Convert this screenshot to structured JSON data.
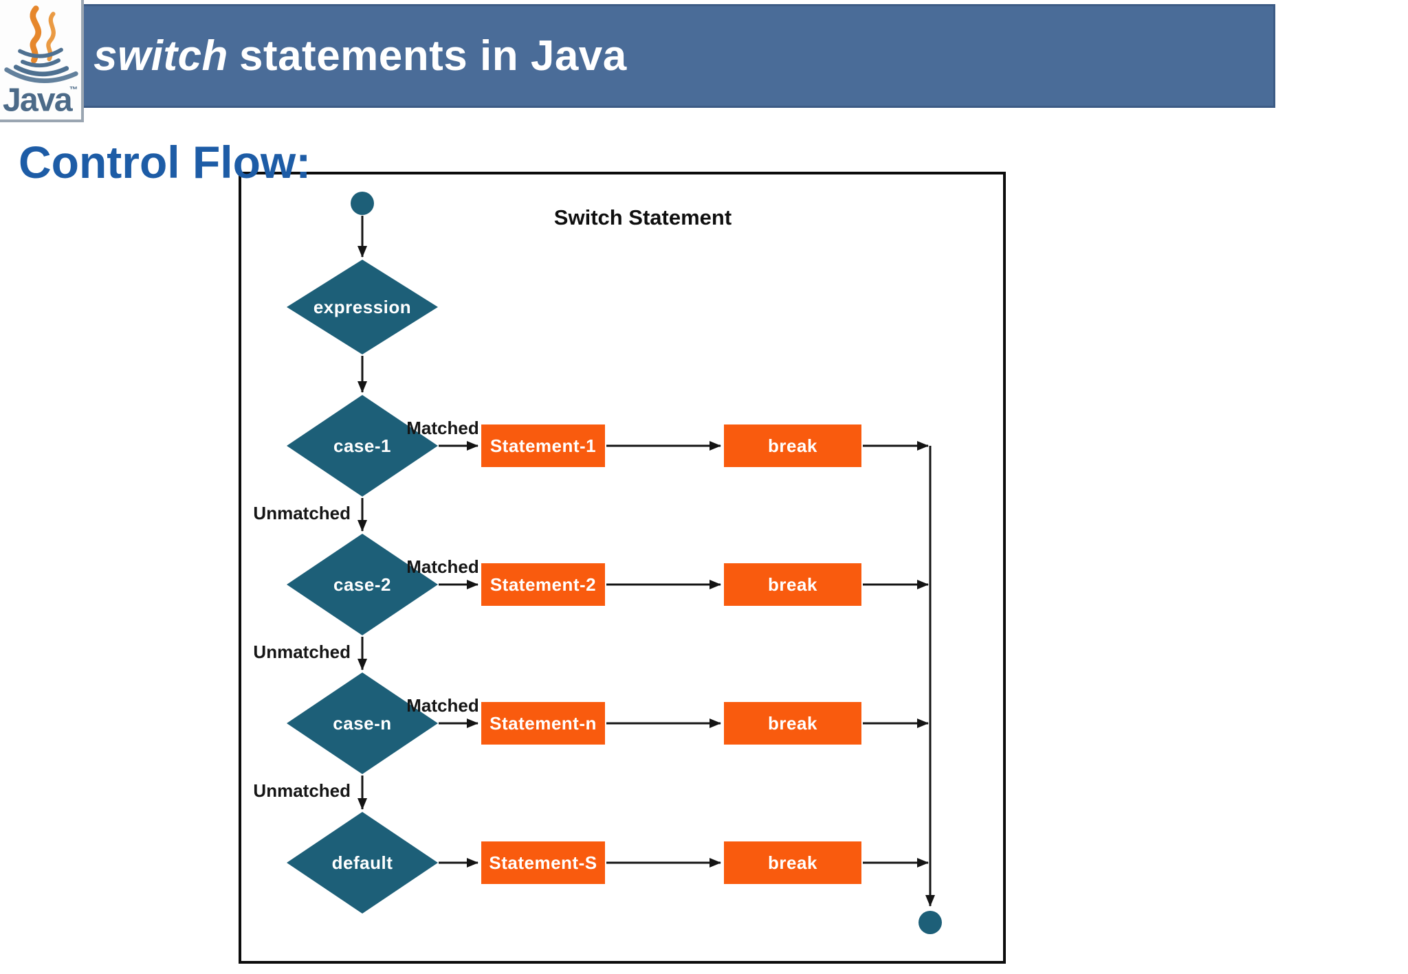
{
  "header": {
    "title_italic": "switch",
    "title_rest": "statements in Java"
  },
  "logo": {
    "wordmark": "Java",
    "trademark": "™"
  },
  "page_heading": "Control Flow:",
  "diagram": {
    "title": "Switch Statement",
    "expression": "expression",
    "rows": [
      {
        "condition": "case-1",
        "matched": "Matched",
        "statement": "Statement-1",
        "break": "break",
        "unmatched": "Unmatched"
      },
      {
        "condition": "case-2",
        "matched": "Matched",
        "statement": "Statement-2",
        "break": "break",
        "unmatched": "Unmatched"
      },
      {
        "condition": "case-n",
        "matched": "Matched",
        "statement": "Statement-n",
        "break": "break",
        "unmatched": "Unmatched"
      },
      {
        "condition": "default",
        "statement": "Statement-S",
        "break": "break"
      }
    ],
    "colors": {
      "node_fill": "#1d5f78",
      "action_fill": "#f95b0e",
      "line": "#141414",
      "border": "#0c0c0c"
    }
  },
  "palette": {
    "header_bar": "#4a6c98",
    "heading_text": "#1d5ca6",
    "logo_steam_orange": "#e6872c",
    "logo_cup_slate": "#4e7090"
  }
}
